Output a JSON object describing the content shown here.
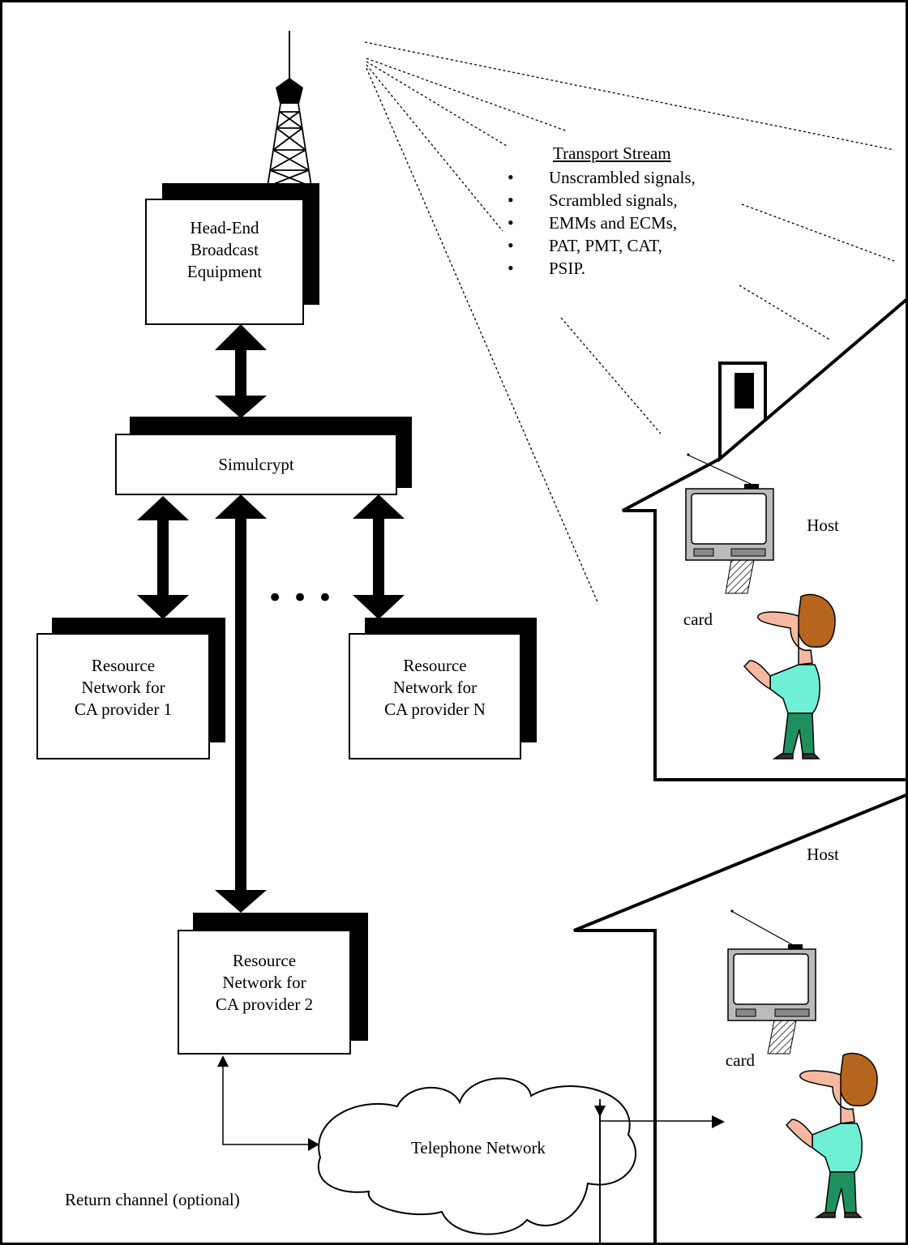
{
  "transport_stream": {
    "heading": "Transport  Stream",
    "items": [
      "Unscrambled signals,",
      "Scrambled signals,",
      "EMMs and ECMs,",
      "PAT, PMT, CAT,",
      "PSIP."
    ]
  },
  "boxes": {
    "head_end": [
      "Head-End",
      "Broadcast",
      "Equipment"
    ],
    "simulcrypt": "Simulcrypt",
    "provider_1": [
      "Resource",
      "Network for",
      "CA provider 1"
    ],
    "provider_n": [
      "Resource",
      "Network for",
      "CA provider N"
    ],
    "provider_2": [
      "Resource",
      "Network for",
      "CA provider 2"
    ]
  },
  "ellipsis": "•   •   •",
  "house_1": {
    "host_label": "Host",
    "card_label": "card"
  },
  "house_2": {
    "host_label": "Host",
    "card_label": "card"
  },
  "telephone_network": "Telephone Network",
  "return_channel": "Return channel (optional)"
}
